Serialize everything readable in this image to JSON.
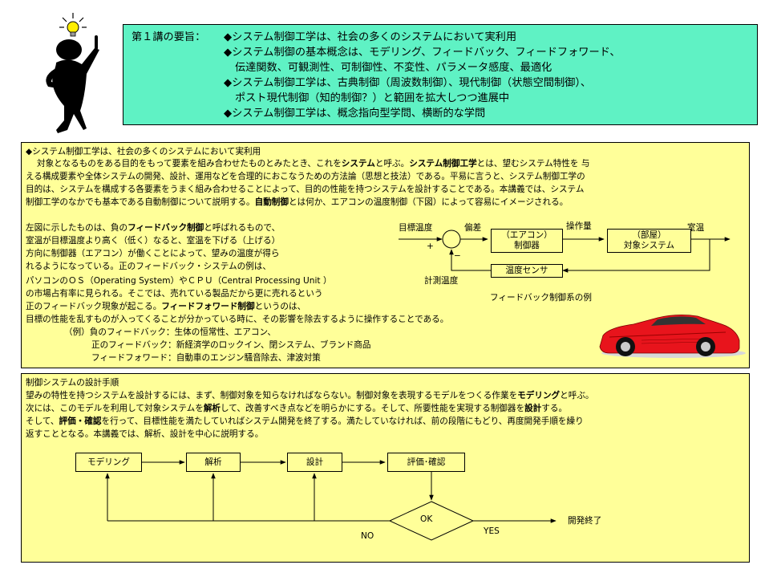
{
  "summary": {
    "lead": "第１講の要旨：",
    "lines": [
      "◆システム制御工学は、社会の多くのシステムにおいて実利用",
      "◆システム制御の基本概念は、モデリング、フィードバック、フィードフォワード、",
      "伝達関数、可観測性、可制御性、不変性、パラメータ感度、最適化",
      "◆システム制御工学は、古典制御（周波数制御）、現代制御（状態空間制御）、",
      "ポスト現代制御（知的制御？）と範囲を拡大しつつ進展中",
      "◆システム制御工学は、概念指向型学問、横断的な学問"
    ]
  },
  "intro": {
    "heading": "◆システム制御工学は、社会の多くのシステムにおいて実利用",
    "l1a": "対象となるものをある目的をもって要素を組み合わせたものとみたとき、これを",
    "l1b": "システム",
    "l1c": "と呼ぶ。",
    "l1d": "システム制御工学",
    "l1e": "とは、望むシステム特性を 与",
    "l2": "える構成要素や全体システムの開発、設計、運用などを合理的におこなうための方法論（思想と技法）である。平易に言うと、システム制御工学の",
    "l3": "目的は、システムを構成する各要素をうまく組み合わせることによって、目的の性能を持つシステムを設計することである。本講義では、システム",
    "l4a": "制御工学のなかでも基本である自動制御について説明する。",
    "l4b": "自動制御",
    "l4c": "とは何か、エアコンの温度制御（下図）によって容易にイメージされる。"
  },
  "feedback": {
    "p1a": "左図に示したものは、負の",
    "p1b": "フィードバック制御",
    "p1c": "と呼ばれるもので、",
    "p2": "室温が目標温度より高く（低く）なると、室温を下げる（上げる）",
    "p3": "方向に制御器（エアコン）が働くことによって、望みの温度が得ら",
    "p4": "れるようになっている。正のフィードバック・システムの例は、",
    "p5": "パソコンのＯＳ（Operating System）やＣＰＵ（Central Processing Unit ）",
    "p6": "の市場占有率に見られる。そこでは、売れている製品だから更に売れるという",
    "p7a": "正のフィードバック現象が起こる。",
    "p7b": "フィードフォワード制御",
    "p7c": "というのは、",
    "p8": "目標の性能を乱すものが入ってくることが分かっている時に、その影響を除去するように操作することである。",
    "ex1": "（例）負のフィードバック：生体の恒常性、エアコン、",
    "ex2": "正のフィードバック：新経済学のロックイン、閉システム、ブランド商品",
    "ex3": "フィードフォワード：自動車のエンジン騒音除去、津波対策"
  },
  "diagram": {
    "target_temp": "目標温度",
    "deviation": "偏差",
    "manip": "操作量",
    "room_temp": "室温",
    "plus": "+",
    "minus": "−",
    "controller_l1": "（エアコン）",
    "controller_l2": "制御器",
    "plant_l1": "（部屋）",
    "plant_l2": "対象システム",
    "sensor": "温度センサ",
    "measured": "計測温度",
    "caption": "フィードバック制御系の例"
  },
  "design": {
    "heading": "制御システムの設計手順",
    "d1a": "望みの特性を持つシステムを設計するには、まず、制御対象を知らなければならない。制御対象を表現するモデルをつくる作業を",
    "d1b": "モデリング",
    "d1c": "と呼ぶ。",
    "d2a": "次には、このモデルを利用して対象システムを",
    "d2b": "解析",
    "d2c": "して、改善すべき点などを明らかにする。そして、所要性能を実現する制御器を",
    "d2d": "設計",
    "d2e": "する。",
    "d3a": "そして、",
    "d3b": "評価・確認",
    "d3c": "を行って、目標性能を満たしていればシステム開発を終了する。満たしていなければ、前の段階にもどり、再度開発手順を繰り",
    "d4": "返すこととなる。本講義では、解析、設計を中心に説明する。"
  },
  "flow": {
    "modeling": "モデリング",
    "analysis": "解析",
    "design": "設計",
    "evaluation": "評価･確認",
    "ok": "OK",
    "done": "開発終了",
    "no": "NO",
    "yes": "YES"
  },
  "colors": {
    "summary_bg": "#5ff2c4",
    "box_bg": "#ffff99",
    "car_red": "#e8141c"
  }
}
